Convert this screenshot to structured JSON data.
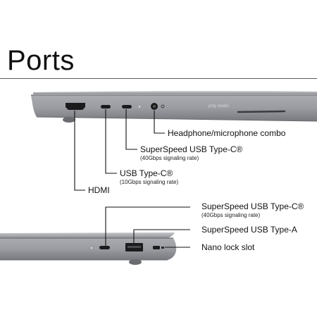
{
  "page": {
    "title": "Ports",
    "brand_mark": "poly studio"
  },
  "left_side": {
    "labels": [
      {
        "name": "Headphone/microphone combo",
        "note": ""
      },
      {
        "name": "SuperSpeed USB Type-C®",
        "note": "(40Gbps signaling rate)"
      },
      {
        "name": "USB Type-C®",
        "note": "(10Gbps signaling rate)"
      },
      {
        "name": "HDMI",
        "note": ""
      }
    ]
  },
  "right_side": {
    "labels": [
      {
        "name": "SuperSpeed USB Type-C®",
        "note": "(40Gbps signaling rate)"
      },
      {
        "name": "SuperSpeed USB Type-A",
        "note": ""
      },
      {
        "name": "Nano lock slot",
        "note": ""
      }
    ]
  },
  "colors": {
    "chassis": "#9a9ca1",
    "chassis_dark": "#6e7075",
    "port": "#1b1b1d",
    "leader_line": "#111111",
    "rule": "#5a5a5a"
  }
}
